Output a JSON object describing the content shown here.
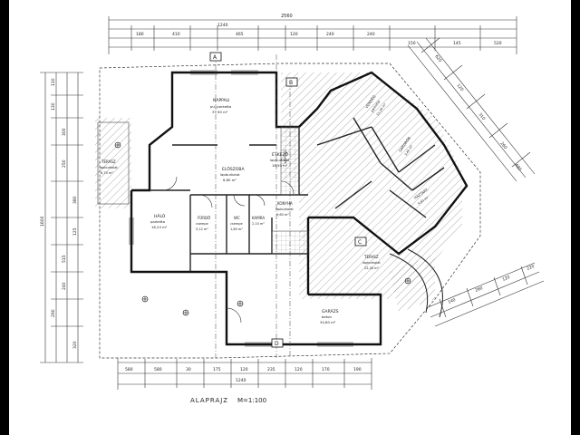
{
  "drawing": {
    "title": "ALAPRAJZ",
    "scale": "M=1:100",
    "rooms": {
      "nappali": {
        "name": "NAPPALI",
        "floor": "pu. parketta",
        "area": "37,90 m²"
      },
      "etkezo": {
        "name": "ÉTKEZŐ",
        "floor": "lapburkolat",
        "area": "18,50 m²"
      },
      "elosztter": {
        "name": "ELŐSZOBA",
        "floor": "lapburkolat",
        "area": "6,80 m²"
      },
      "halo": {
        "name": "HÁLÓ",
        "floor": "parketta",
        "area": "16,24 m²"
      },
      "furdo": {
        "name": "FÜRDŐ",
        "floor": "csempe",
        "area": "5,12 m²"
      },
      "wc": {
        "name": "WC",
        "floor": "csempe",
        "area": "1,80 m²"
      },
      "kamra": {
        "name": "KAMRA",
        "area": "2,10 m²"
      },
      "konyha": {
        "name": "KONYHA",
        "floor": "lapburkolat",
        "area": "9,60 m²"
      },
      "terasz_left": {
        "name": "TERASZ",
        "floor": "lapburkolat",
        "area": "8,70 m²"
      },
      "terasz_right": {
        "name": "TERASZ",
        "floor": "lapburkolat",
        "area": "22,40 m²"
      },
      "garazs": {
        "name": "GARÁZS",
        "floor": "beton",
        "area": "34,80 m²"
      },
      "vendeg": {
        "name": "VENDÉG",
        "floor": "parketta",
        "area": "11,20 m²"
      },
      "gardrob": {
        "name": "GARDRÓB",
        "area": "3,40 m²"
      },
      "haztart": {
        "name": "HÁZTART.",
        "area": "4,60 m²"
      },
      "lepcso": {
        "name": "LÉPCSŐ"
      }
    },
    "section_marks": [
      "A",
      "B",
      "C",
      "D"
    ],
    "dims_top": [
      "2560",
      "1240",
      "180",
      "410",
      "465",
      "120",
      "240",
      "240",
      "150",
      "145",
      "520"
    ],
    "dims_bottom": [
      "580",
      "580",
      "30",
      "175",
      "120",
      "235",
      "120",
      "170",
      "190",
      "1240"
    ],
    "dims_left": [
      "110",
      "130",
      "300",
      "250",
      "380",
      "125",
      "515",
      "240",
      "290",
      "1600",
      "320"
    ],
    "dims_right_diag": [
      "620",
      "120",
      "310",
      "260",
      "480",
      "140",
      "260",
      "120",
      "220"
    ]
  }
}
